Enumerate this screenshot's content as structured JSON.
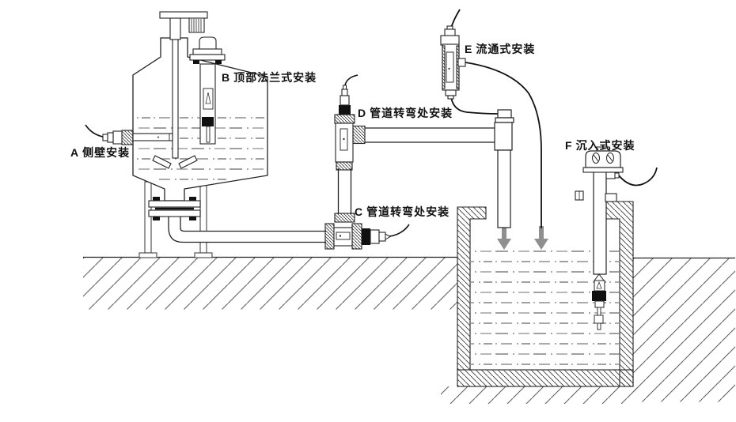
{
  "figure": {
    "type": "sensor-installation-diagram",
    "colors": {
      "line": "#222222",
      "cable": "#111111",
      "arrow": "#8f8f8f",
      "background": "#ffffff"
    },
    "labels": [
      {
        "id": "a",
        "letter": "A",
        "text": "侧壁安装"
      },
      {
        "id": "b",
        "letter": "B",
        "text": "顶部法兰式安装"
      },
      {
        "id": "c",
        "letter": "C",
        "text": "管道转弯处安装"
      },
      {
        "id": "d",
        "letter": "D",
        "text": "管道转弯处安装"
      },
      {
        "id": "e",
        "letter": "E",
        "text": "流通式安装"
      },
      {
        "id": "f",
        "letter": "F",
        "text": "沉入式安装"
      }
    ]
  }
}
